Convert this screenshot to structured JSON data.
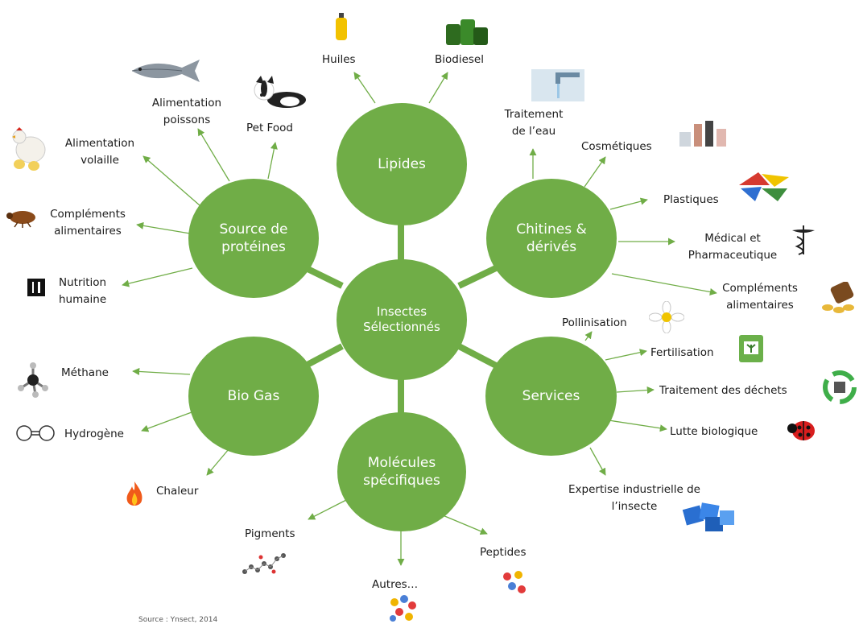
{
  "center": "Insectes Sélectionnés",
  "hubs": {
    "lipides": "Lipides",
    "chitines": "Chitines & dérivés",
    "services": "Services",
    "molecules": "Molécules spécifiques",
    "biogas": "Bio Gas",
    "proteines": "Source de protéines"
  },
  "leaves": {
    "huiles": "Huiles",
    "biodiesel": "Biodiesel",
    "traitement_eau": "Traitement de l’eau",
    "cosmetiques": "Cosmétiques",
    "plastiques": "Plastiques",
    "medical": "Médical et Pharmaceutique",
    "complements_chitine": "Compléments alimentaires",
    "pollinisation": "Pollinisation",
    "fertilisation": "Fertilisation",
    "traitement_dechets": "Traitement des déchets",
    "lutte": "Lutte biologique",
    "expertise": "Expertise industrielle de l’insecte",
    "peptides": "Peptides",
    "autres": "Autres…",
    "pigments": "Pigments",
    "chaleur": "Chaleur",
    "hydrogene": "Hydrogène",
    "methane": "Méthane",
    "nutrition": "Nutrition humaine",
    "complements_prot": "Compléments alimentaires",
    "volaille": "Alimentation volaille",
    "poissons": "Alimentation poissons",
    "petfood": "Pet Food"
  },
  "source": "Source : Ynsect, 2014",
  "colors": {
    "node": "#70ad47",
    "connector": "#70ad47",
    "arrow": "#70ad47"
  }
}
